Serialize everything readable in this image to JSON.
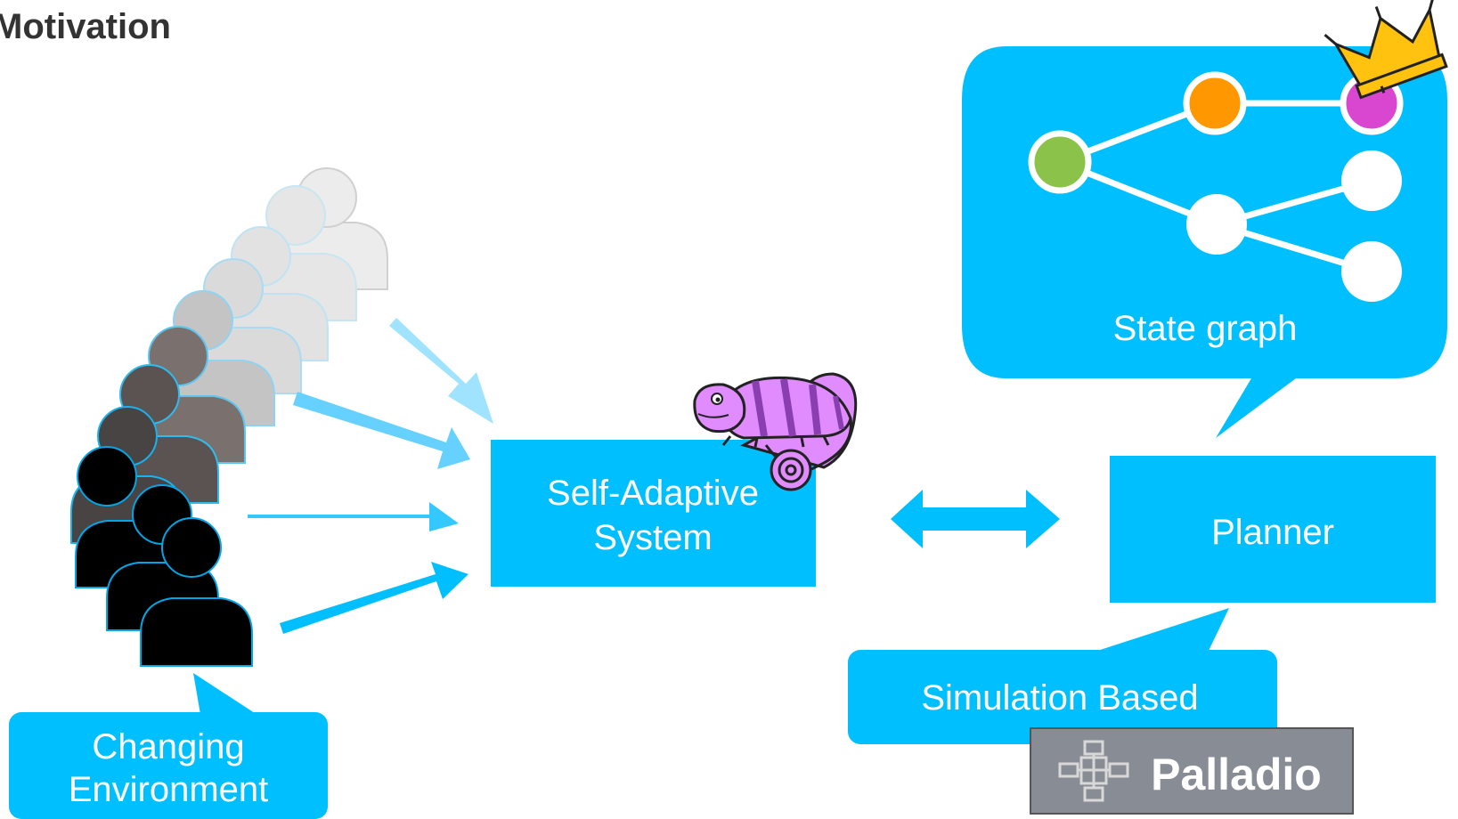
{
  "slide": {
    "title": "Motivation"
  },
  "labels": {
    "environment_line1": "Changing",
    "environment_line2": "Environment",
    "system_line1": "Self-Adaptive",
    "system_line2": "System",
    "planner": "Planner",
    "state_graph": "State graph",
    "simulation": "Simulation Based",
    "palladio": "Palladio"
  },
  "colors": {
    "accent": "#00bfff",
    "node_green": "#8bc34a",
    "node_orange": "#ff9800",
    "node_magenta": "#d946d0",
    "crown": "#ffc20e",
    "chameleon_body": "#e08cff",
    "chameleon_stripe": "#8a3fb0",
    "palladio_bg": "#888c94"
  }
}
